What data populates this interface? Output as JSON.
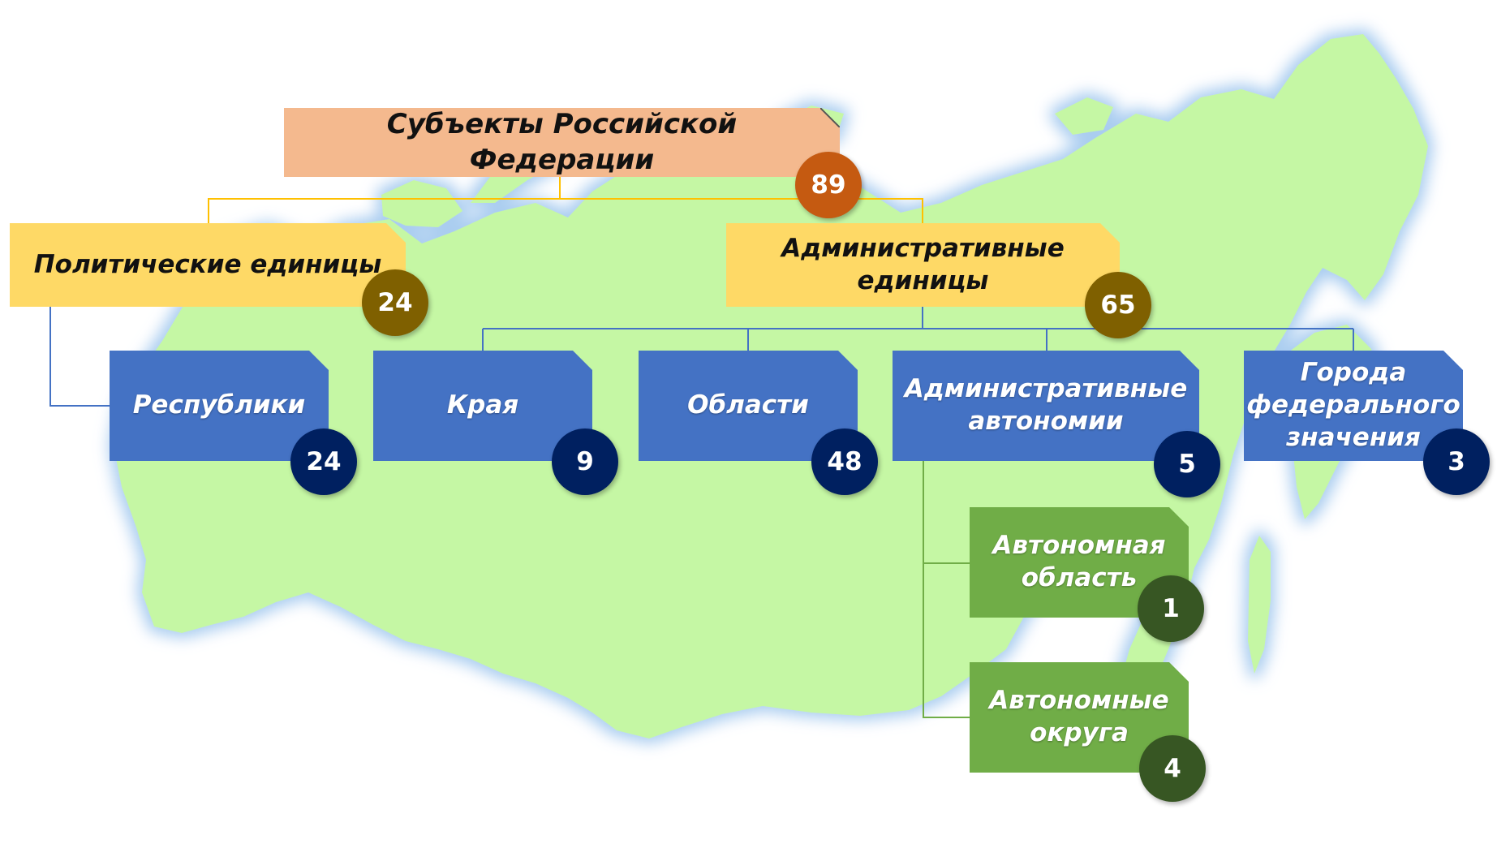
{
  "colors": {
    "map_fill": "#c5f7a4",
    "map_glow": "#aacdf0",
    "root": "#f4b98e",
    "yellow": "#fed966",
    "blue": "#4472c4",
    "green": "#70ad47",
    "badge_root": "#c55a11",
    "badge_olive": "#7f6000",
    "badge_navy": "#002060",
    "badge_green": "#375623",
    "line_gold": "#ffc000",
    "line_blue": "#4472c4",
    "line_green": "#70ad47"
  },
  "root": {
    "label": "Субъекты Российской Федерации",
    "count": "89"
  },
  "political": {
    "label": "Политические единицы",
    "count": "24"
  },
  "administrative": {
    "label": "Административные\nединицы",
    "count": "65"
  },
  "republics": {
    "label": "Республики",
    "count": "24"
  },
  "krais": {
    "label": "Края",
    "count": "9"
  },
  "oblasts": {
    "label": "Области",
    "count": "48"
  },
  "autonomies": {
    "label": "Административные\nавтономии",
    "count": "5"
  },
  "federal_cities": {
    "label": "Города\nфедерального\nзначения",
    "count": "3"
  },
  "autonomous_oblast": {
    "label": "Автономная\nобласть",
    "count": "1"
  },
  "autonomous_okrugs": {
    "label": "Автономные\nокруга",
    "count": "4"
  }
}
